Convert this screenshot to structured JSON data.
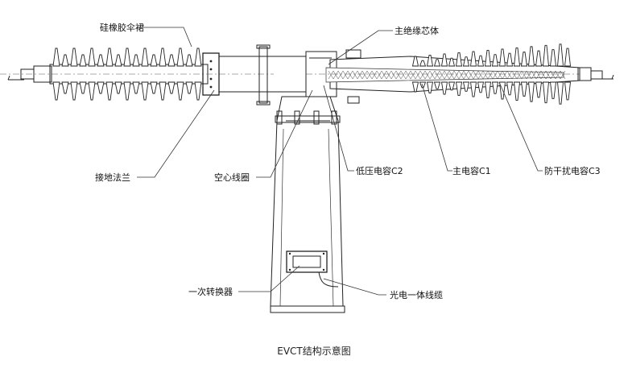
{
  "labels": {
    "silicone_sheds": "硅橡胶伞裙",
    "main_insulation_core": "主绝缘芯体",
    "grounding_flange": "接地法兰",
    "air_core_coil": "空心线圈",
    "low_voltage_cap": "低压电容C2",
    "main_cap": "主电容C1",
    "anti_interference_cap": "防干扰电容C3",
    "primary_converter": "一次转换器",
    "optical_cable": "光电一体线缆"
  },
  "caption": "EVCT结构示意图"
}
